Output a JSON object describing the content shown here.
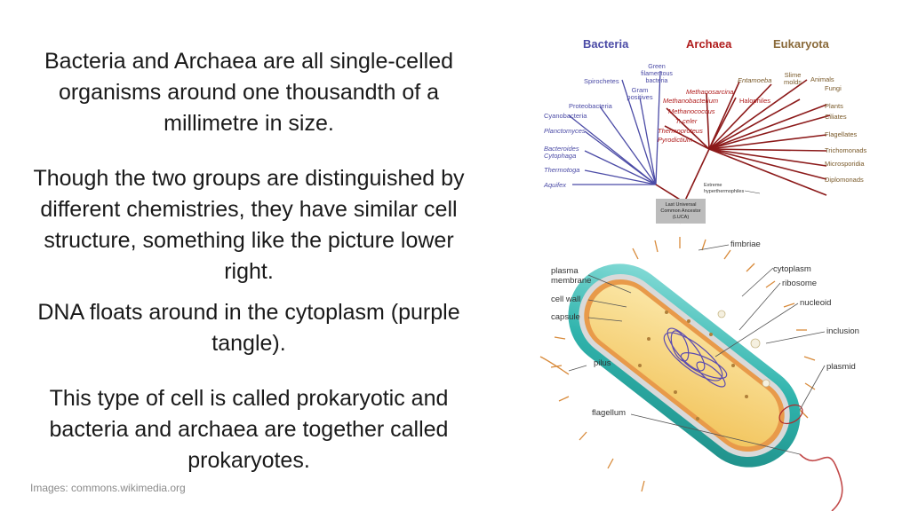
{
  "slide": {
    "paragraphs": [
      "Bacteria and Archaea are all single-celled organisms around one thousandth of a millimetre in size.",
      "Though the two groups are distinguished by different chemistries, they have similar cell structure, something like the picture lower right.",
      "DNA floats around in the cytoplasm (purple tangle).",
      "This type of cell is called prokaryotic and bacteria and archaea are together called prokaryotes."
    ],
    "credit": "Images: commons.wikimedia.org"
  },
  "tree": {
    "domains": {
      "bacteria": "Bacteria",
      "archaea": "Archaea",
      "eukaryota": "Eukaryota"
    },
    "colors": {
      "bacteria": "#4b4ba6",
      "archaea": "#b01c1c",
      "eukaryota": "#8a6a3a",
      "trunk": "#8c1a1a"
    },
    "bacteria_labels": {
      "green": "Green filamentous bacteria",
      "spirochetes": "Spirochetes",
      "gram": "Gram positives",
      "proteo": "Proteobacteria",
      "cyano": "Cyanobacteria",
      "plancto": "Planctomyces",
      "bactero": "Bacteroides Cytophaga",
      "thermotoga": "Thermotoga",
      "aquifex": "Aquifex"
    },
    "archaea_labels": {
      "methanosarcina": "Methanosarcina",
      "methanobacterium": "Methanobacterium",
      "halophiles": "Halophiles",
      "methanococcus": "Methanococcus",
      "tceler": "T. celer",
      "thermoproteus": "Thermoproteus",
      "pyrodictium": "Pyrodictium"
    },
    "eukaryota_labels": {
      "entamoeba": "Entamoeba",
      "slime": "Slime molds",
      "animals": "Animals",
      "fungi": "Fungi",
      "plants": "Plants",
      "ciliates": "Ciliates",
      "flagellates": "Flagellates",
      "trichomonads": "Trichomonads",
      "microsporidia": "Microsporidia",
      "diplomonads": "Diplomonads"
    },
    "extreme": "Extreme hyperthermophiles",
    "luca": "Last Universal Common Ancestor (LUCA)"
  },
  "cell": {
    "labels": {
      "fimbriae": "fimbriae",
      "plasma_membrane": "plasma membrane",
      "cell_wall": "cell wall",
      "capsule": "capsule",
      "cytoplasm": "cytoplasm",
      "ribosome": "ribosome",
      "nucleoid": "nucleoid",
      "inclusion": "inclusion",
      "plasmid": "plasmid",
      "pilus": "pilus",
      "flagellum": "flagellum"
    }
  }
}
